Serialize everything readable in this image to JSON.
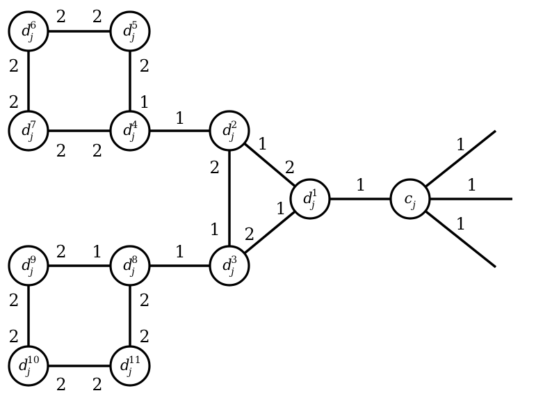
{
  "nodes": [
    {
      "id": "d6",
      "base": "d",
      "sup": "6",
      "sub": "j"
    },
    {
      "id": "d5",
      "base": "d",
      "sup": "5",
      "sub": "j"
    },
    {
      "id": "d7",
      "base": "d",
      "sup": "7",
      "sub": "j"
    },
    {
      "id": "d4",
      "base": "d",
      "sup": "4",
      "sub": "j"
    },
    {
      "id": "d2",
      "base": "d",
      "sup": "2",
      "sub": "j"
    },
    {
      "id": "d1",
      "base": "d",
      "sup": "1",
      "sub": "j"
    },
    {
      "id": "cj",
      "base": "c",
      "sup": "",
      "sub": "j"
    },
    {
      "id": "d3",
      "base": "d",
      "sup": "3",
      "sub": "j"
    },
    {
      "id": "d9",
      "base": "d",
      "sup": "9",
      "sub": "j"
    },
    {
      "id": "d8",
      "base": "d",
      "sup": "8",
      "sub": "j"
    },
    {
      "id": "d10",
      "base": "d",
      "sup": "10",
      "sub": "j"
    },
    {
      "id": "d11",
      "base": "d",
      "sup": "11",
      "sub": "j"
    }
  ],
  "edges": [
    {
      "from": "d6",
      "to": "d5",
      "weights": [
        "2",
        "2"
      ]
    },
    {
      "from": "d6",
      "to": "d7",
      "weights": [
        "2",
        "2"
      ]
    },
    {
      "from": "d5",
      "to": "d4",
      "weights": [
        "2",
        "1"
      ]
    },
    {
      "from": "d7",
      "to": "d4",
      "weights": [
        "2",
        "2"
      ]
    },
    {
      "from": "d4",
      "to": "d2",
      "weights": [
        "1"
      ]
    },
    {
      "from": "d2",
      "to": "d1",
      "weights": [
        "1",
        "2"
      ]
    },
    {
      "from": "d2",
      "to": "d3",
      "weights": [
        "2",
        "1"
      ]
    },
    {
      "from": "d3",
      "to": "d1",
      "weights": [
        "2",
        "1"
      ]
    },
    {
      "from": "d1",
      "to": "cj",
      "weights": [
        "1"
      ]
    },
    {
      "from": "d8",
      "to": "d3",
      "weights": [
        "1"
      ]
    },
    {
      "from": "d9",
      "to": "d8",
      "weights": [
        "2",
        "1"
      ]
    },
    {
      "from": "d9",
      "to": "d10",
      "weights": [
        "2",
        "2"
      ]
    },
    {
      "from": "d8",
      "to": "d11",
      "weights": [
        "2",
        "2"
      ]
    },
    {
      "from": "d10",
      "to": "d11",
      "weights": [
        "2",
        "2"
      ]
    },
    {
      "from": "cj",
      "to": "out-upper",
      "weights": [
        "1"
      ]
    },
    {
      "from": "cj",
      "to": "out-middle",
      "weights": [
        "1"
      ]
    },
    {
      "from": "cj",
      "to": "out-lower",
      "weights": [
        "1"
      ]
    }
  ]
}
